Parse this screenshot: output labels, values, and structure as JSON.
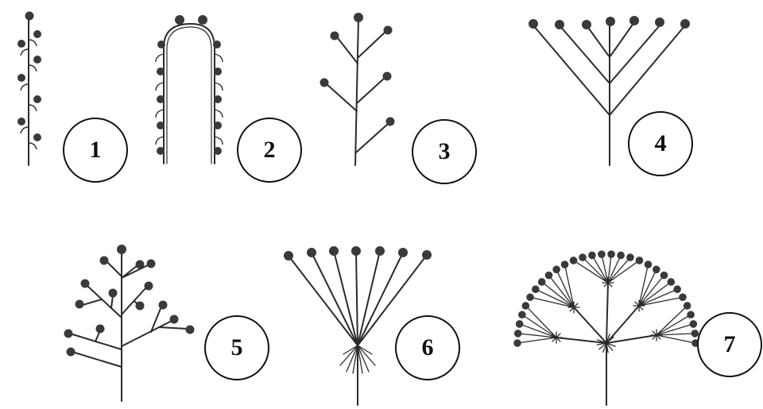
{
  "diagram": {
    "ink_color": "#2b2b2b",
    "flower_color": "#3a3a3a",
    "labels": [
      "1",
      "2",
      "3",
      "4",
      "5",
      "6",
      "7"
    ]
  }
}
